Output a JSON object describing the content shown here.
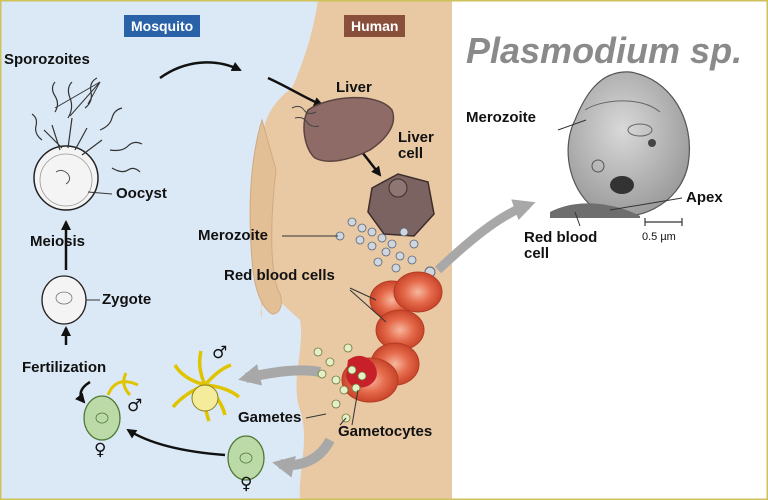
{
  "headers": {
    "mosquito": "Mosquito",
    "human": "Human"
  },
  "title": "Plasmodium sp.",
  "labels": {
    "sporozoites": "Sporozoites",
    "oocyst": "Oocyst",
    "meiosis": "Meiosis",
    "zygote": "Zygote",
    "fertilization": "Fertilization",
    "liver": "Liver",
    "liver_cell": "Liver\ncell",
    "merozoite": "Merozoite",
    "red_blood_cells": "Red blood cells",
    "gametes": "Gametes",
    "gametocytes": "Gametocytes"
  },
  "micrograph": {
    "merozoite": "Merozoite",
    "apex": "Apex",
    "red_blood_cell": "Red blood\ncell",
    "scale": "0.5 µm"
  },
  "symbols": {
    "male": "♂",
    "female": "♀"
  },
  "colors": {
    "mosquito_bg": "#dbe9f6",
    "human_bg": "#e8c9a4",
    "header_blue": "#2a62a8",
    "header_brown": "#8a4f3a",
    "liver": "#8e6b67",
    "rbc": "#e56a4b",
    "arrow_gray": "#a8a8a8"
  }
}
